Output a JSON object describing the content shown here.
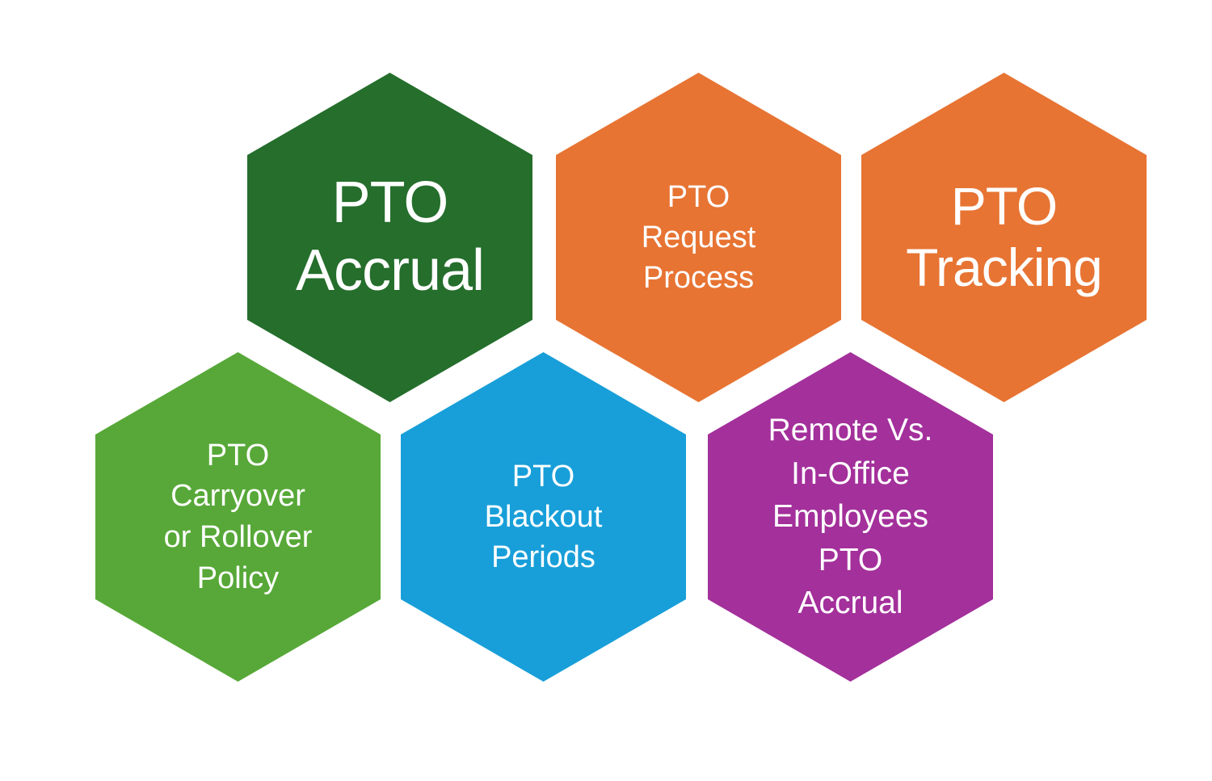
{
  "diagram": {
    "background_color": "#FFFFFF",
    "text_color": "#FFFFFF",
    "hexagons": [
      {
        "id": "pto-accrual",
        "label": "PTO\nAccrual",
        "color": "#256E2C"
      },
      {
        "id": "pto-request-process",
        "label": "PTO\nRequest\nProcess",
        "color": "#E77433"
      },
      {
        "id": "pto-tracking",
        "label": "PTO\nTracking",
        "color": "#E77433"
      },
      {
        "id": "pto-carryover-rollover",
        "label": "PTO\nCarryover\nor Rollover\nPolicy",
        "color": "#57A838"
      },
      {
        "id": "pto-blackout-periods",
        "label": "PTO\nBlackout\nPeriods",
        "color": "#189FD9"
      },
      {
        "id": "remote-vs-in-office",
        "label": "Remote Vs.\nIn-Office\nEmployees\nPTO\nAccrual",
        "color": "#A3309B"
      }
    ]
  }
}
